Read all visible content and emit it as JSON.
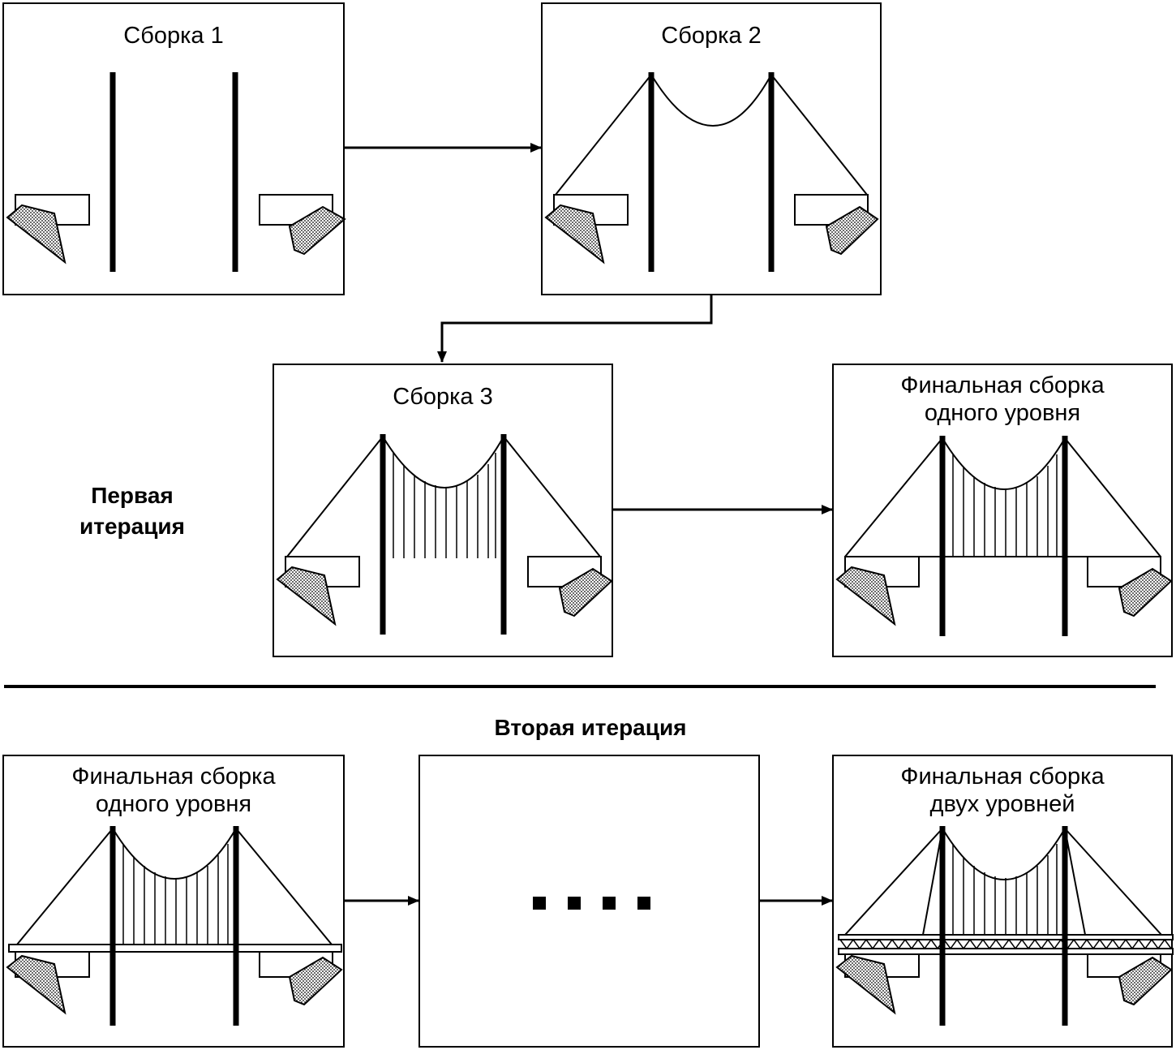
{
  "panels": {
    "p1": {
      "title": "Сборка 1"
    },
    "p2": {
      "title": "Сборка 2"
    },
    "p3": {
      "title": "Сборка 3"
    },
    "p4": {
      "title": "Финальная сборка\nодного уровня"
    },
    "p5": {
      "title": "Финальная сборка\nодного уровня"
    },
    "p6": {
      "title": ""
    },
    "p7": {
      "title": "Финальная сборка\nдвух уровней"
    }
  },
  "labels": {
    "first_iteration": "Первая\nитерация",
    "second_iteration": "Вторая итерация"
  },
  "colors": {
    "line": "#000000",
    "rock_fill": "#d9d9d9"
  }
}
